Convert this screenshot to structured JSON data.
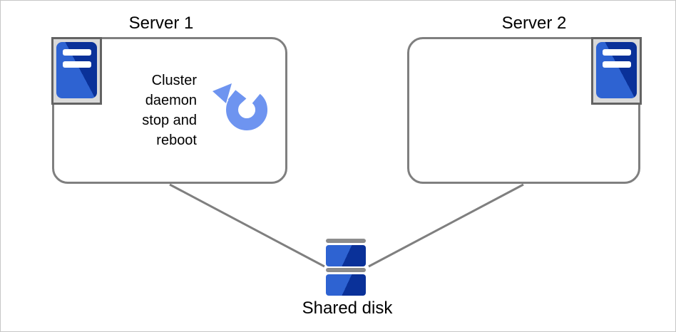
{
  "nodes": {
    "server1": {
      "label": "Server 1",
      "annotation_lines": [
        "Cluster",
        "daemon",
        "stop and",
        "reboot"
      ]
    },
    "server2": {
      "label": "Server 2"
    },
    "shared_disk": {
      "label": "Shared disk"
    }
  },
  "icons": {
    "server1_icon": "server-tower-icon",
    "server2_icon": "server-tower-icon",
    "reboot_icon": "reboot-circular-arrow-icon",
    "shared_disk_icon": "disk-stack-icon"
  },
  "colors": {
    "line_gray": "#7f7f7f",
    "frame_gray": "#d9d9d9",
    "cap_gray": "#8c8c8c",
    "server_blue_light": "#2e63d2",
    "server_blue_dark": "#0a3199",
    "arrow_blue": "#6e94f0"
  }
}
